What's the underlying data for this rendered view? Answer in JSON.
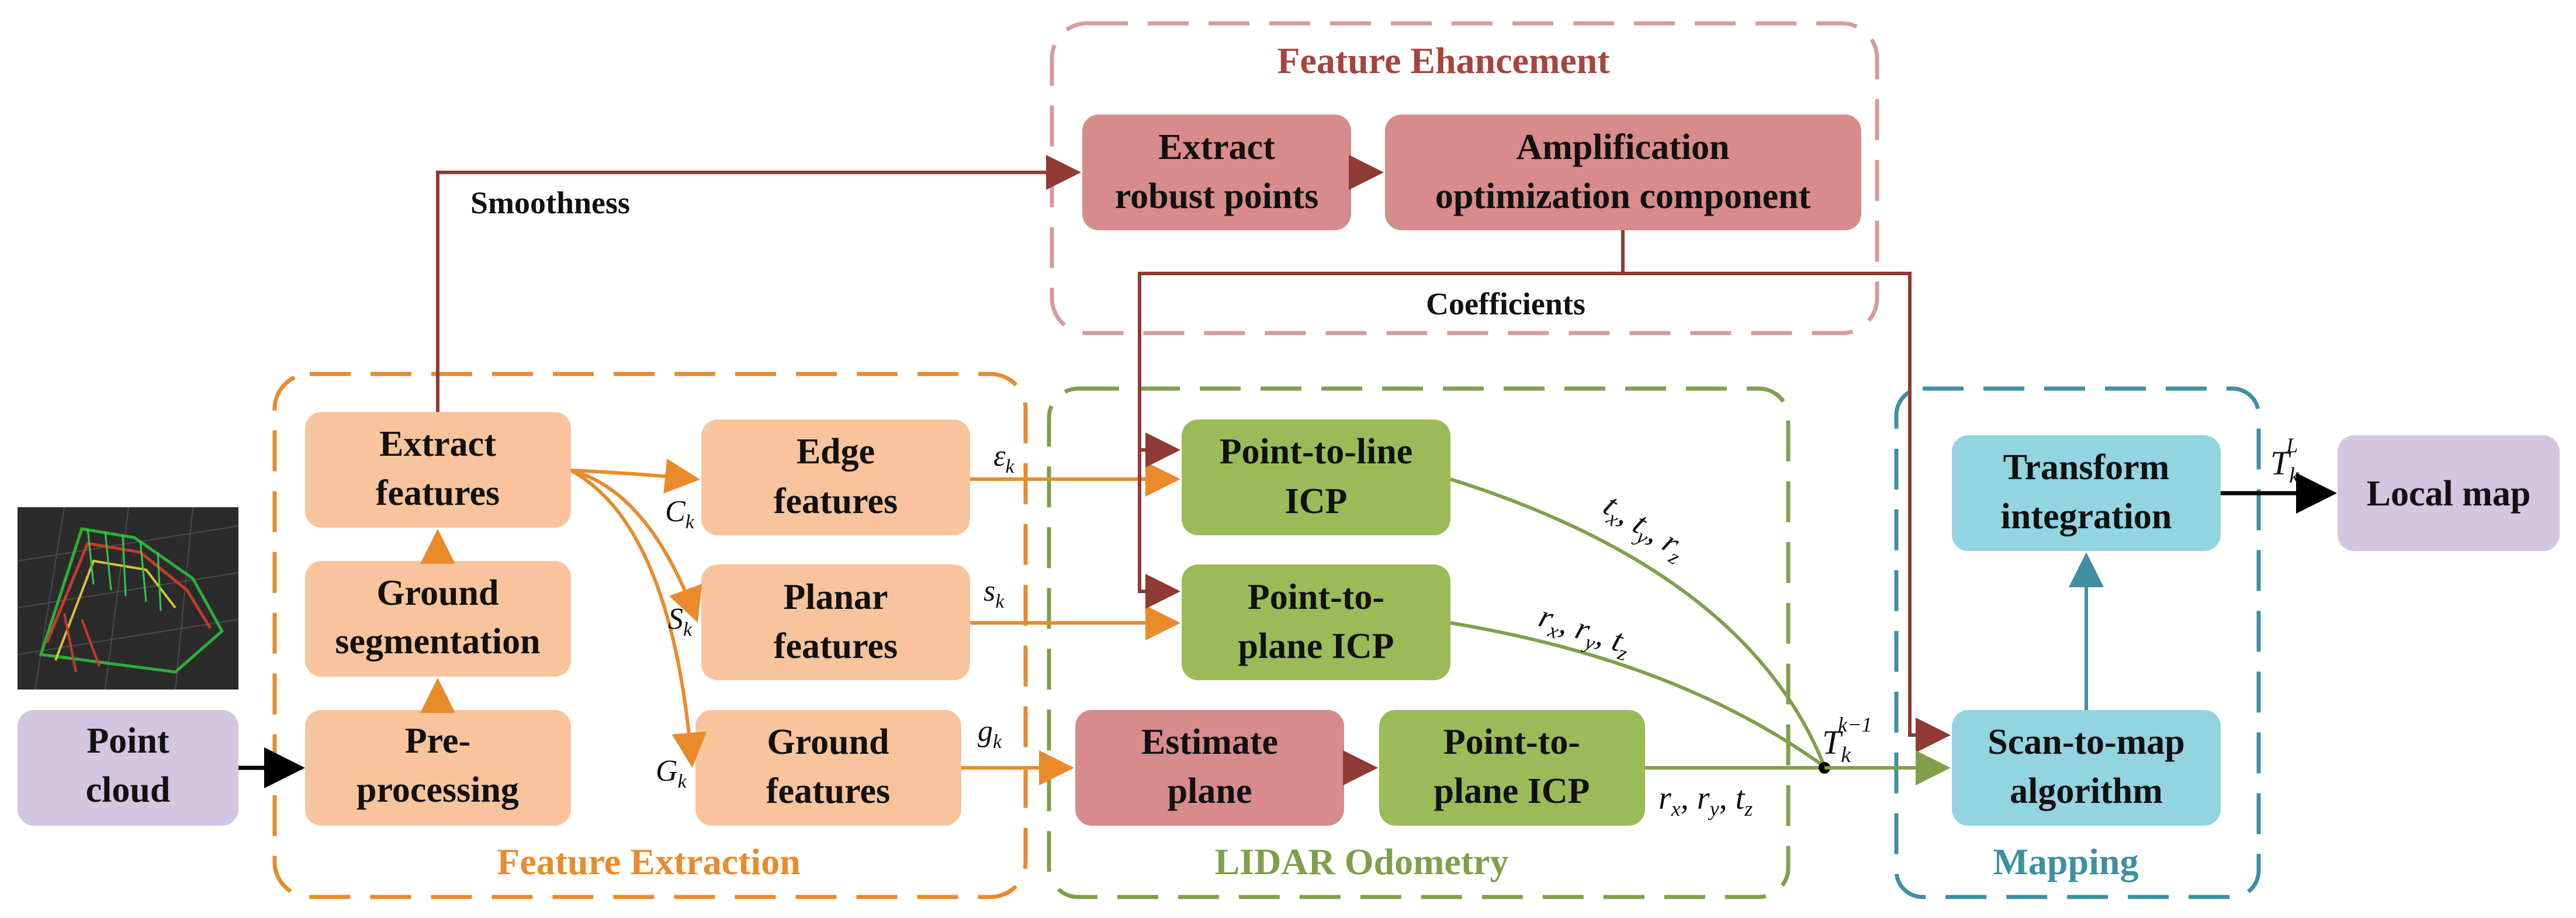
{
  "groups": {
    "feature_enhancement": {
      "title": "Feature Ehancement",
      "color": "#d89a9a"
    },
    "feature_extraction": {
      "title": "Feature Extraction",
      "color": "#e98a2b"
    },
    "lidar_odometry": {
      "title": "LIDAR Odometry",
      "color": "#7fa04a"
    },
    "mapping": {
      "title": "Mapping",
      "color": "#3f8fa3"
    }
  },
  "colors": {
    "orange_box": "#f9c49b",
    "red_box": "#d88b8b",
    "green_box": "#9bbb59",
    "blue_box": "#92d4e0",
    "purple_box": "#d2c6e0",
    "orange_arrow": "#e98a2b",
    "red_arrow": "#8f3a34",
    "green_arrow": "#7fa04a",
    "blue_arrow": "#3f8fa3",
    "black_arrow": "#000000"
  },
  "nodes": {
    "point_cloud": {
      "line1": "Point",
      "line2": "cloud"
    },
    "preprocessing": {
      "line1": "Pre-",
      "line2": "processing"
    },
    "ground_segmentation": {
      "line1": "Ground",
      "line2": "segmentation"
    },
    "extract_features": {
      "line1": "Extract",
      "line2": "features"
    },
    "edge_features": {
      "line1": "Edge",
      "line2": "features"
    },
    "planar_features": {
      "line1": "Planar",
      "line2": "features"
    },
    "ground_features": {
      "line1": "Ground",
      "line2": "features"
    },
    "extract_robust_points": {
      "line1": "Extract",
      "line2": "robust points"
    },
    "amplification": {
      "line1": "Amplification",
      "line2": "optimization component"
    },
    "point_to_line_icp": {
      "line1": "Point-to-line",
      "line2": "ICP"
    },
    "point_to_plane_icp_1": {
      "line1": "Point-to-",
      "line2": "plane ICP"
    },
    "estimate_plane": {
      "line1": "Estimate",
      "line2": "plane"
    },
    "point_to_plane_icp_2": {
      "line1": "Point-to-",
      "line2": "plane ICP"
    },
    "scan_to_map": {
      "line1": "Scan-to-map",
      "line2": "algorithm"
    },
    "transform_integration": {
      "line1": "Transform",
      "line2": "integration"
    },
    "local_map": {
      "line1": "Local map"
    }
  },
  "labels": {
    "smoothness": "Smoothness",
    "coefficients": "Coefficients"
  },
  "math": {
    "c_k": {
      "base": "C",
      "sub": "k"
    },
    "s_k_upper": {
      "base": "S",
      "sub": "k"
    },
    "g_k_upper": {
      "base": "G",
      "sub": "k"
    },
    "eps_k": {
      "base": "ε",
      "sub": "k"
    },
    "s_k": {
      "base": "s",
      "sub": "k"
    },
    "g_k": {
      "base": "g",
      "sub": "k"
    },
    "txyz": {
      "text": "t",
      "parts": [
        [
          "t",
          "x"
        ],
        [
          "t",
          "y"
        ],
        [
          "r",
          "z"
        ]
      ]
    },
    "rxyz_1": {
      "parts": [
        [
          "r",
          "x"
        ],
        [
          "r",
          "y"
        ],
        [
          "t",
          "z"
        ]
      ]
    },
    "rxyz_2": {
      "parts": [
        [
          "r",
          "x"
        ],
        [
          "r",
          "y"
        ],
        [
          "t",
          "z"
        ]
      ]
    },
    "tk_km1": {
      "base": "T",
      "sub": "k",
      "sup": "k−1"
    },
    "tk_l": {
      "base": "T",
      "sub": "k",
      "sup": "L"
    }
  }
}
